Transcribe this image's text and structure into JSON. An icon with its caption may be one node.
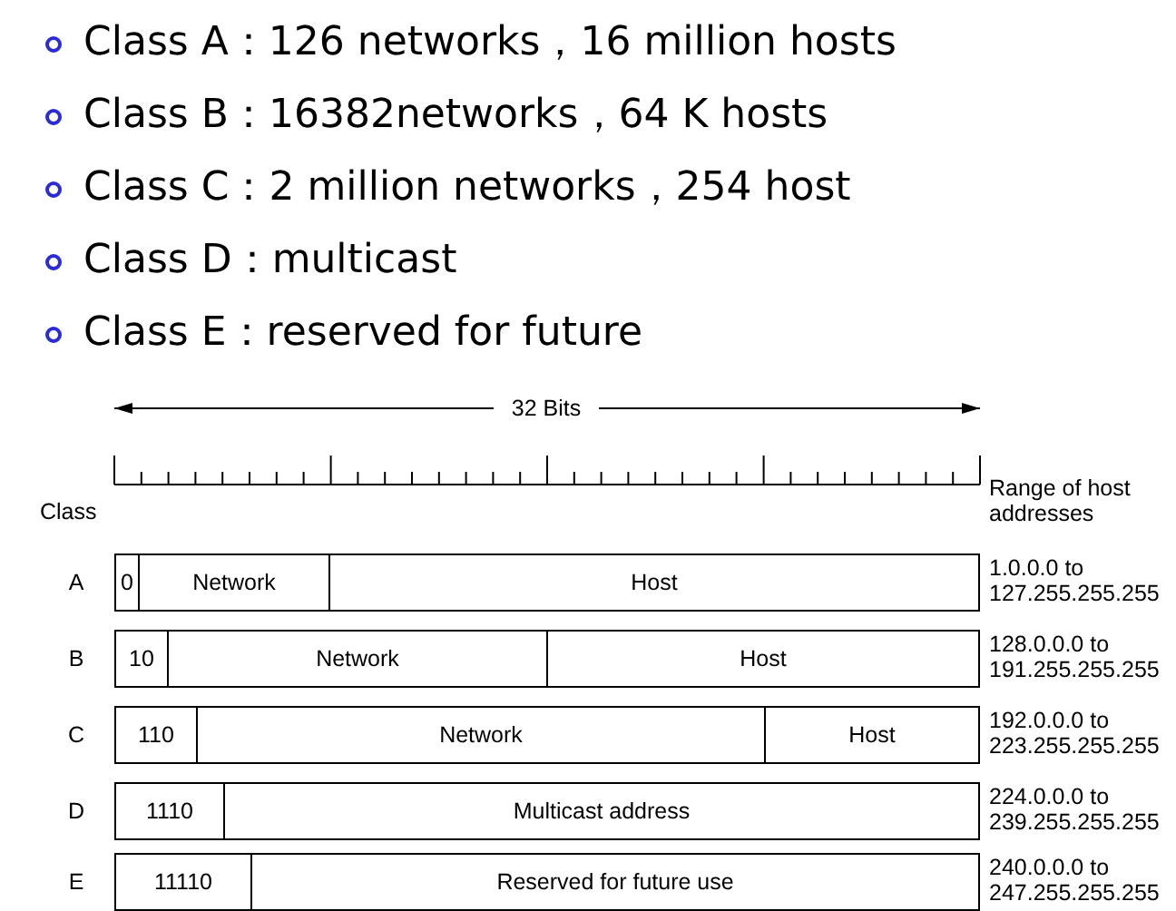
{
  "diagram": {
    "nodes": [
      {
        "text": [
          "0"
        ]
      },
      {
        "text": [
          "Network"
        ]
      },
      {
        "text": [
          "Host"
        ]
      },
      {
        "text": [
          "10"
        ]
      },
      {
        "text": [
          "Network"
        ]
      },
      {
        "text": [
          "Host"
        ]
      },
      {
        "text": [
          "110"
        ]
      },
      {
        "text": [
          "Network"
        ]
      },
      {
        "text": [
          "Host"
        ]
      },
      {
        "text": [
          "1110"
        ]
      },
      {
        "text": [
          "Multicast address"
        ]
      },
      {
        "text": [
          "11110"
        ]
      },
      {
        "text": [
          "Reserved for future use"
        ]
      }
    ],
    "labels": [
      "Class A：126 networks，16 million hosts",
      "Class B：16382networks，64 K hosts",
      "Class C：2 million networks，254 host",
      "Class D：multicast",
      "Class E：reserved for future",
      "32 Bits",
      "Class",
      "Range of host addresses",
      "A",
      "1.0.0.0 to 127.255.255.255",
      "B",
      "128.0.0.0 to 191.255.255.255",
      "C",
      "192.0.0.0 to 223.255.255.255",
      "D",
      "224.0.0.0 to 239.255.255.255",
      "E",
      "240.0.0.0 to 247.255.255.255"
    ]
  }
}
